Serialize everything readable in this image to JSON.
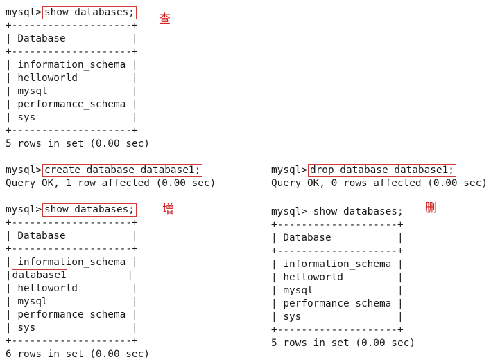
{
  "prompt": "mysql>",
  "block1": {
    "command": "show databases;",
    "annotation": "查",
    "border": "+--------------------+",
    "header": "| Database           |",
    "rows": [
      "| information_schema |",
      "| helloworld         |",
      "| mysql              |",
      "| performance_schema |",
      "| sys                |"
    ],
    "summary": "5 rows in set (0.00 sec)"
  },
  "block2": {
    "command": "create database database1;",
    "result": "Query OK, 1 row affected (0.00 sec)"
  },
  "block3": {
    "command": "show databases;",
    "annotation": "增",
    "border": "+--------------------+",
    "header": "| Database           |",
    "highlight_row_prefix": "|",
    "highlight_row_value": "database1",
    "highlight_row_suffix": "          |",
    "rows": [
      "| information_schema |",
      "| helloworld         |",
      "| mysql              |",
      "| performance_schema |",
      "| sys                |"
    ],
    "summary": "6 rows in set (0.00 sec)"
  },
  "block4": {
    "command": "drop database database1;",
    "result": "Query OK, 0 rows affected (0.00 sec)"
  },
  "block5": {
    "command": "show databases;",
    "annotation": "删",
    "border": "+--------------------+",
    "header": "| Database           |",
    "rows": [
      "| information_schema |",
      "| helloworld         |",
      "| mysql              |",
      "| performance_schema |",
      "| sys                |"
    ],
    "summary": "5 rows in set (0.00 sec)"
  },
  "colors": {
    "highlight_border": "#d23a3a",
    "annotation_text": "#d42020"
  }
}
